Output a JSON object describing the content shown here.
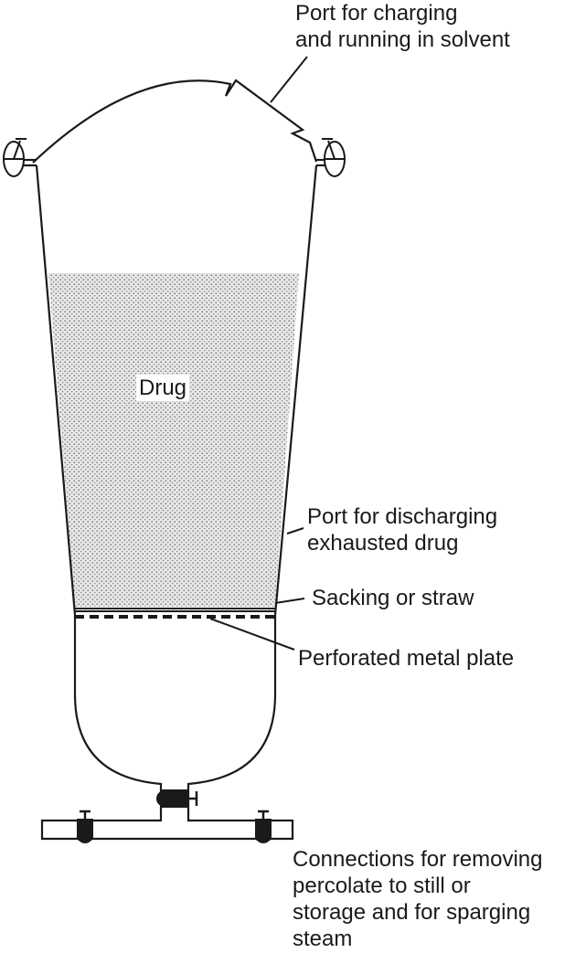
{
  "labels": {
    "charging": [
      "Port for charging",
      "and running in solvent"
    ],
    "discharging": [
      "Port for discharging",
      "exhausted drug"
    ],
    "sacking": "Sacking or straw",
    "plate": "Perforated metal plate",
    "connections": [
      "Connections for removing",
      "percolate to still or",
      "storage and for sparging",
      "steam"
    ],
    "drug": "Drug"
  },
  "colors": {
    "stroke": "#1a1a1a",
    "fill_texture": "#e6e6e6",
    "background": "#ffffff"
  }
}
